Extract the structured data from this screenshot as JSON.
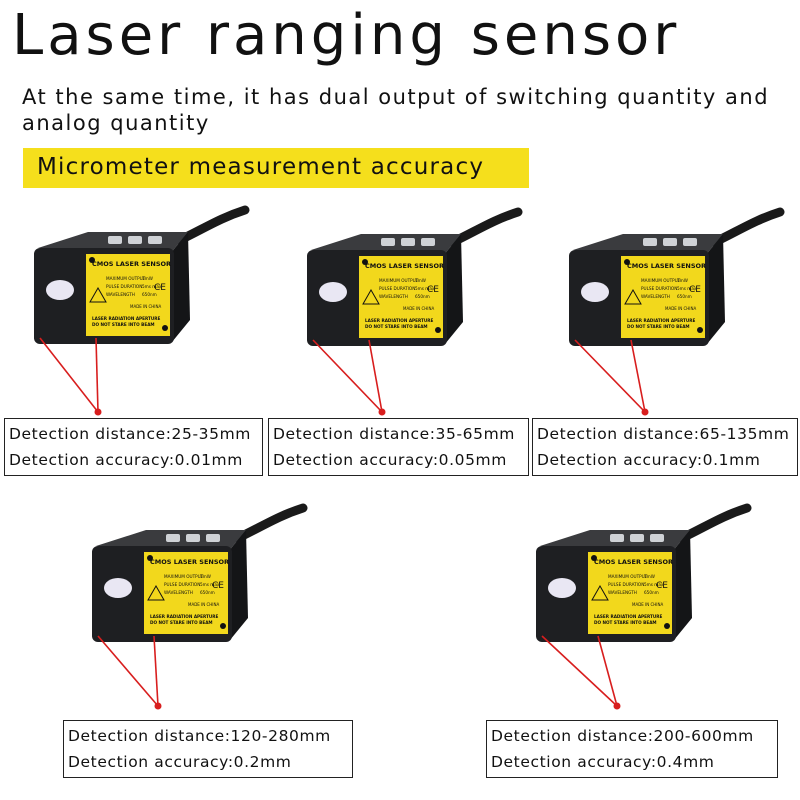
{
  "header": {
    "title": "Laser ranging sensor",
    "subtitle": "At the same time, it has dual output of switching quantity and analog quantity",
    "banner": "Micrometer measurement accuracy"
  },
  "sensor_label": {
    "brand": "CMOS LASER SENSOR",
    "specs": [
      "MAXIMUM OUTPUT",
      "PULSE DURATION",
      "WAVELENGTH"
    ],
    "spec_values": [
      "1mW",
      "5ms max",
      "650nm"
    ],
    "made_in": "MADE IN CHINA",
    "warning": [
      "LASER RADIATION APERTURE",
      "DO NOT STARE INTO BEAM"
    ],
    "ce": "CE"
  },
  "colors": {
    "banner": "#f5df1c",
    "label_yellow": "#f2d81c",
    "body_dark": "#1e1f22",
    "beam_red": "#d81e1e"
  },
  "sensors": [
    {
      "distance": "Detection distance:25-35mm",
      "accuracy": "Detection accuracy:0.01mm"
    },
    {
      "distance": "Detection distance:35-65mm",
      "accuracy": "Detection accuracy:0.05mm"
    },
    {
      "distance": "Detection distance:65-135mm",
      "accuracy": "Detection accuracy:0.1mm"
    },
    {
      "distance": "Detection distance:120-280mm",
      "accuracy": "Detection accuracy:0.2mm"
    },
    {
      "distance": "Detection distance:200-600mm",
      "accuracy": "Detection accuracy:0.4mm"
    }
  ]
}
